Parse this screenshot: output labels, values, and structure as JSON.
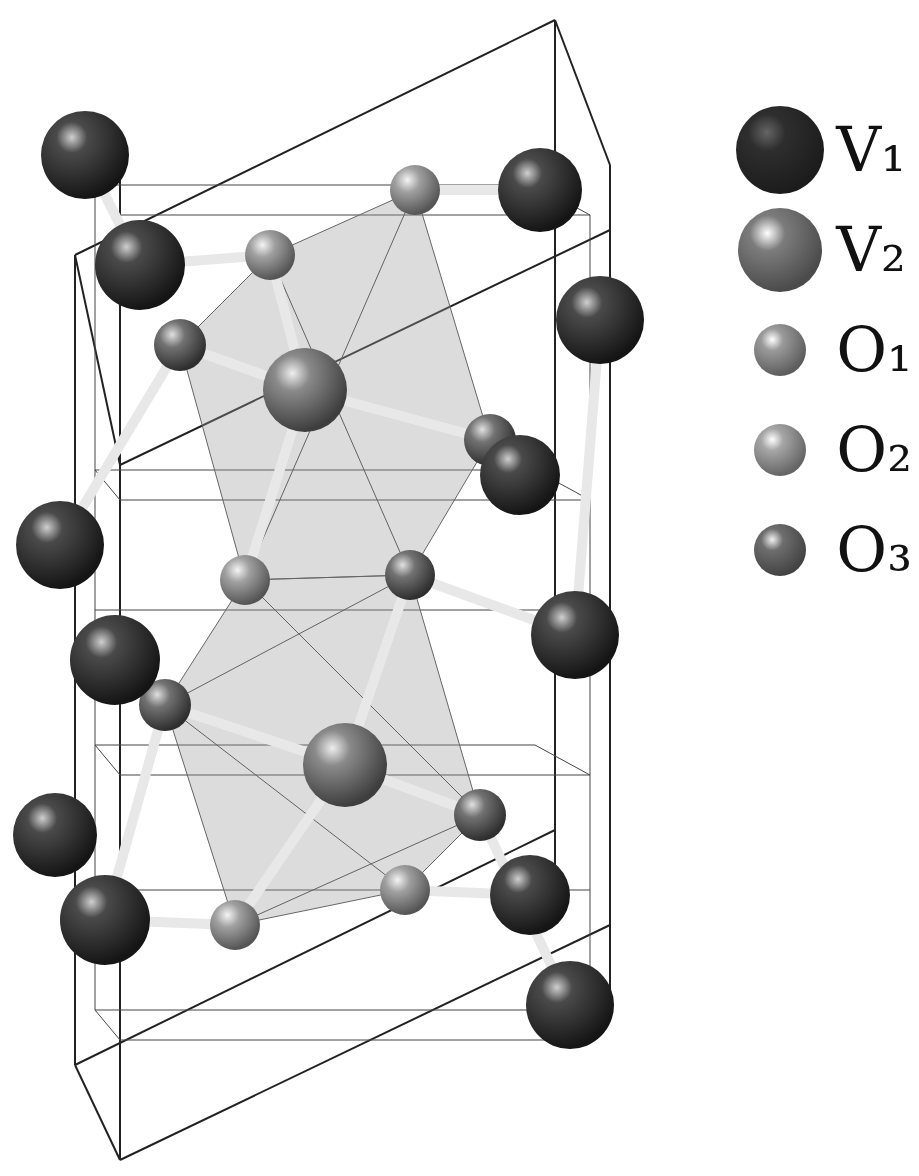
{
  "diagram": {
    "legend": [
      {
        "text": "V₁",
        "color": "#2e2e2e"
      },
      {
        "text": "V₂",
        "color": "#7c7c7c"
      },
      {
        "text": "O₁",
        "color": "#9a9a9a"
      },
      {
        "text": "O₂",
        "color": "#a6a6a6"
      },
      {
        "text": "O₃",
        "color": "#6e6e6e"
      }
    ]
  }
}
